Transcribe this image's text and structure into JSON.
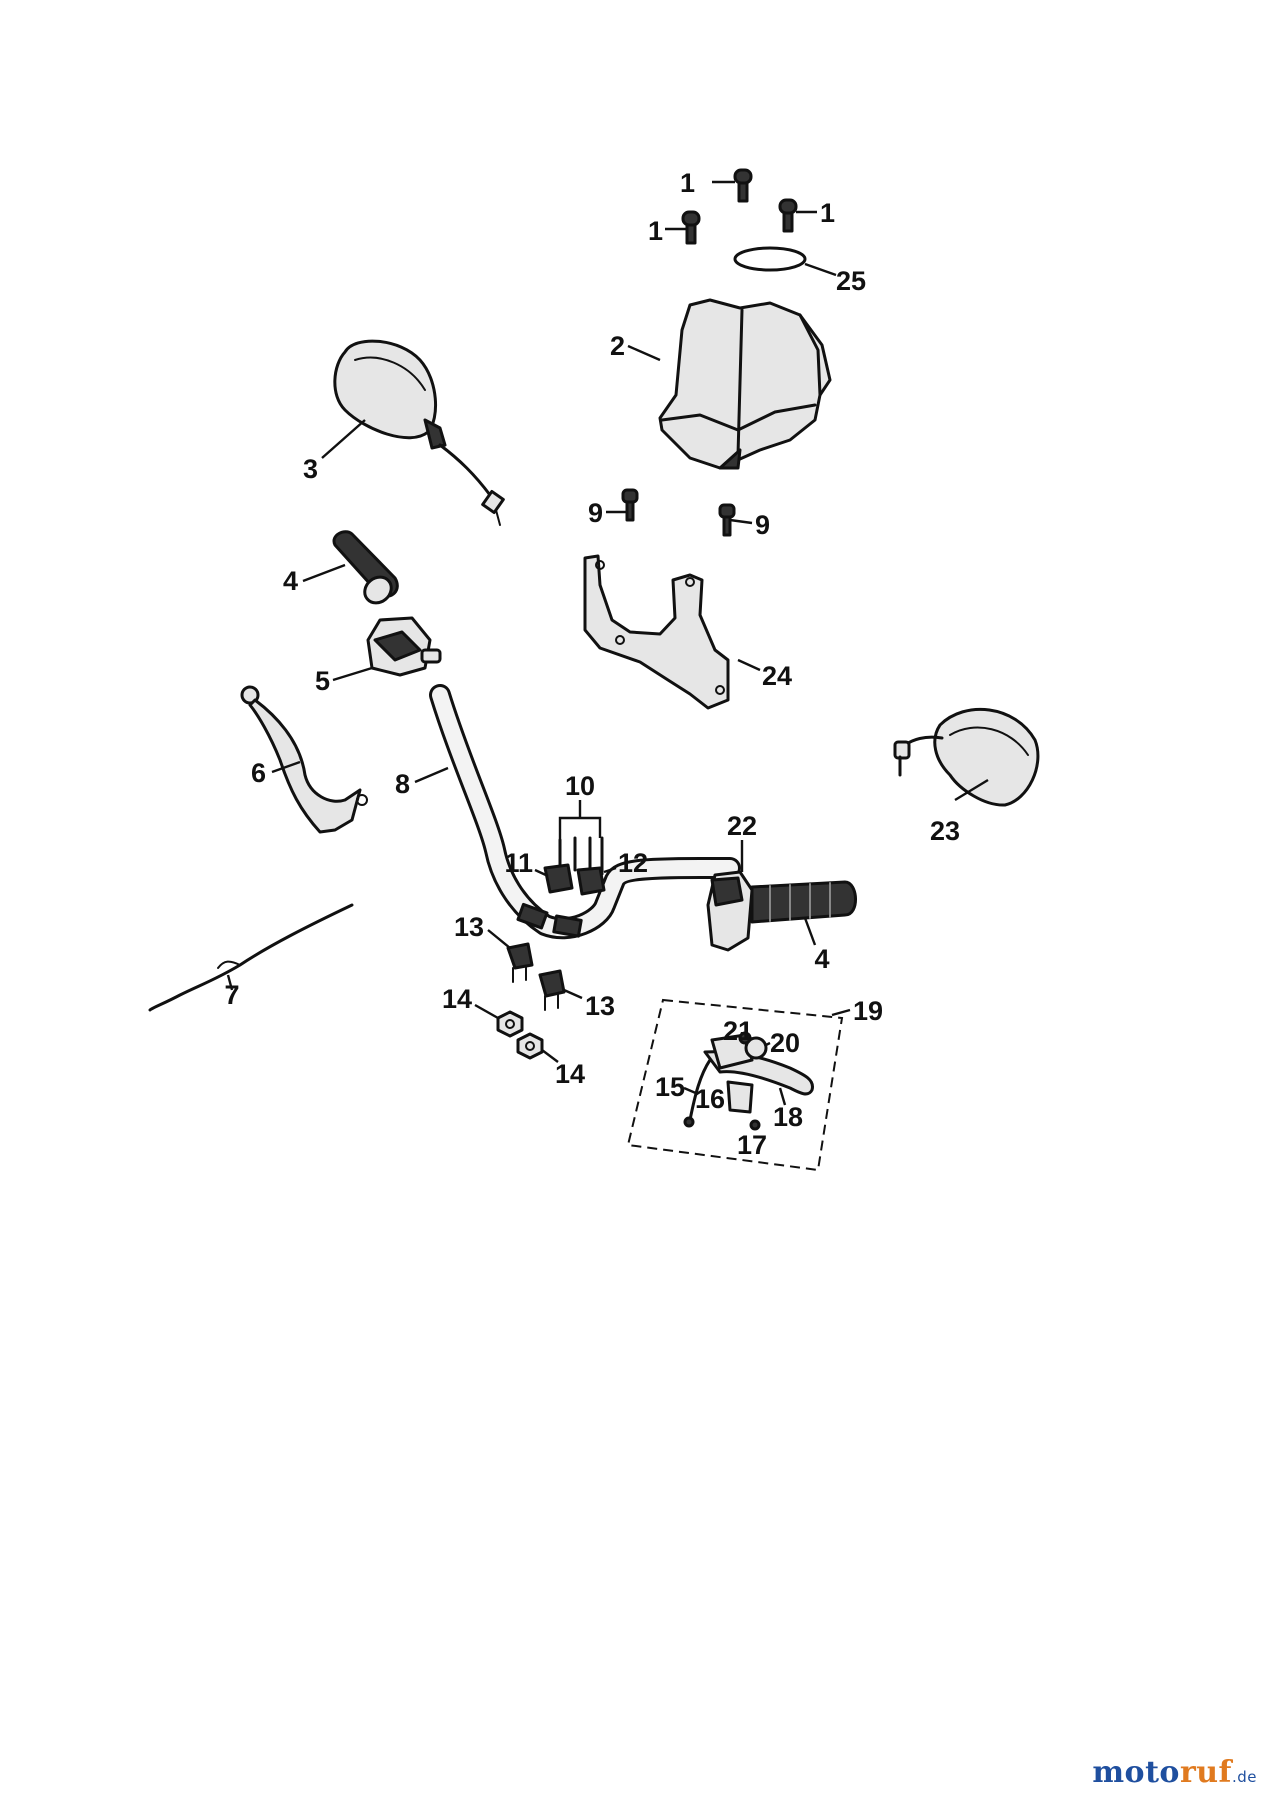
{
  "labels": {
    "screw_top": "1",
    "screw_left": "1",
    "screw_right": "1",
    "front_cover": "2",
    "mirror_left": "3",
    "grip_left": "4",
    "grip_right": "4",
    "switch_left": "5",
    "lever_left": "6",
    "cable": "7",
    "handlebar": "8",
    "bolt_9a": "9",
    "bolt_9b": "9",
    "bolt_set": "10",
    "clamp_11": "11",
    "clamp_12": "12",
    "holder_13a": "13",
    "holder_13b": "13",
    "nut_14a": "14",
    "nut_14b": "14",
    "switch_15": "15",
    "plate_16": "16",
    "screw_17": "17",
    "lever_18": "18",
    "lever_assembly": "19",
    "bolt_20": "20",
    "nut_21": "21",
    "switch_right": "22",
    "mirror_right": "23",
    "bracket": "24",
    "ring": "25"
  },
  "watermark": {
    "part1": "moto",
    "part2": "ruf",
    "tld": ".de"
  }
}
